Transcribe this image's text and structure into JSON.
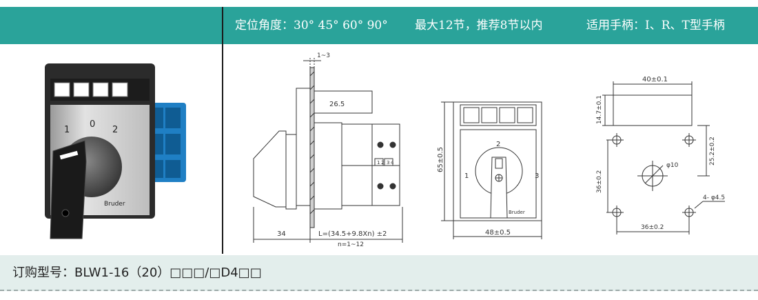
{
  "header": {
    "angles": "定位角度：30° 45° 60° 90°",
    "sections": "最大12节，推荐8节以内",
    "handles": "适用手柄：I、R、T型手柄"
  },
  "photo": {
    "dial_labels": [
      "1",
      "0",
      "2"
    ],
    "brand": "Bruder"
  },
  "side_view": {
    "dim_thickness": "1~3",
    "dim_width": "26.5",
    "dim_front": "34",
    "dim_length": "L=(34.5+9.8Xn) ±2",
    "dim_n": "n=1~12",
    "terminal_labels": [
      "1",
      "2",
      "3",
      "4"
    ]
  },
  "front_view": {
    "dim_height": "65±0.5",
    "dim_width": "48±0.5",
    "positions": [
      "1",
      "2",
      "3"
    ],
    "brand": "Bruder"
  },
  "cutout_view": {
    "dim_slot_width": "40±0.1",
    "dim_slot_height": "14.7±0.1",
    "dim_center_upper": "25.2±0.2",
    "dim_center_lower": "36±0.2",
    "dim_bottom": "36±0.2",
    "dim_center_hole": "φ10",
    "dim_holes": "4- φ4.5"
  },
  "footer": {
    "order_model": "订购型号：BLW1-16（20）□□□/□D4□□"
  }
}
